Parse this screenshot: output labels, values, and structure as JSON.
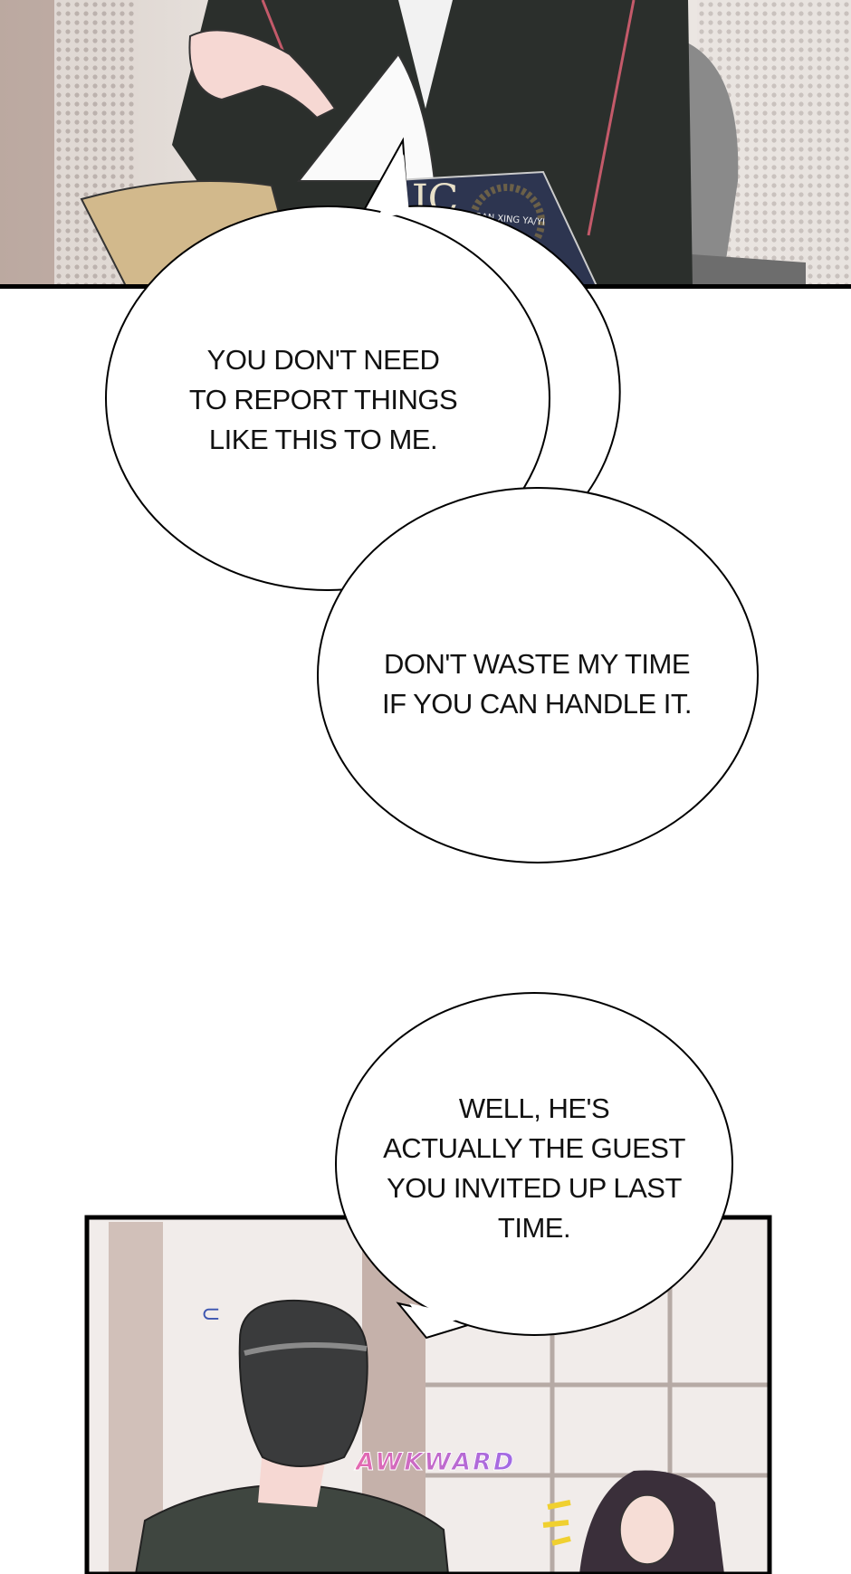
{
  "bubbles": [
    {
      "lines": [
        "YOU DON'T NEED",
        "TO REPORT THINGS",
        "LIKE THIS TO ME."
      ]
    },
    {
      "lines": [
        "DON'T WASTE MY TIME",
        "IF YOU CAN HANDLE IT."
      ]
    },
    {
      "lines": [
        "WELL, HE'S",
        "ACTUALLY THE GUEST",
        "YOU INVITED UP LAST",
        "TIME."
      ]
    }
  ],
  "magazine": {
    "logo": "JC",
    "subtitle": "RAN XING YA/YI"
  },
  "sfx": {
    "awkward": "AWKWARD"
  },
  "colors": {
    "panel_border": "#000000",
    "jacket": "#2b2f2c",
    "hair": "#3a3b3c",
    "bubble_fill": "#ffffff"
  }
}
